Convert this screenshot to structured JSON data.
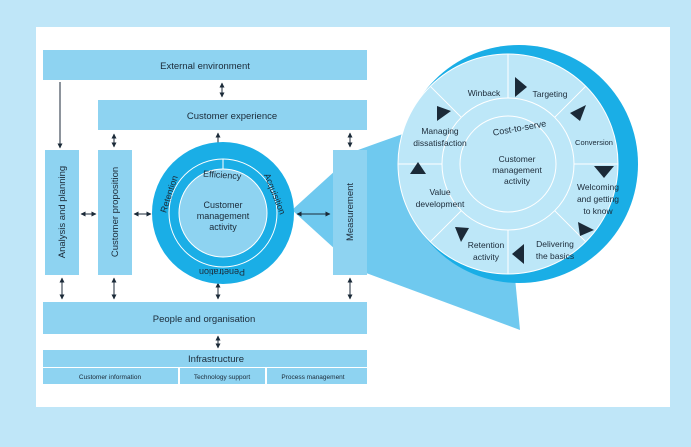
{
  "boxes": {
    "external_environment": "External environment",
    "customer_experience": "Customer experience",
    "analysis_planning": "Analysis and planning",
    "customer_proposition": "Customer proposition",
    "measurement": "Measurement",
    "people_organisation": "People and organisation",
    "infrastructure": "Infrastructure",
    "infra_customer_information": "Customer information",
    "infra_technology_support": "Technology support",
    "infra_process_management": "Process management"
  },
  "inner_circle": {
    "center_line1": "Customer",
    "center_line2": "management",
    "center_line3": "activity",
    "ring_top": "Efficiency",
    "ring_left": "Retention",
    "ring_right": "Acquisition",
    "ring_bottom": "Penetration"
  },
  "outer_circle": {
    "center_line1": "Customer",
    "center_line2": "management",
    "center_line3": "activity",
    "ring_label": "Cost-to-serve",
    "segments": {
      "winback": "Winback",
      "targeting": "Targeting",
      "conversion": "Conversion",
      "welcoming_1": "Welcoming",
      "welcoming_2": "and getting",
      "welcoming_3": "to know",
      "delivering_1": "Delivering",
      "delivering_2": "the basics",
      "retention_1": "Retention",
      "retention_2": "activity",
      "value_1": "Value",
      "value_2": "development",
      "managing_1": "Managing",
      "managing_2": "dissatisfaction"
    }
  },
  "colors": {
    "background": "#bfe6f8",
    "box_fill": "#8ed3f1",
    "circle_dark": "#1aaee6",
    "circle_light": "#bde7f8",
    "text": "#1b2a38"
  }
}
